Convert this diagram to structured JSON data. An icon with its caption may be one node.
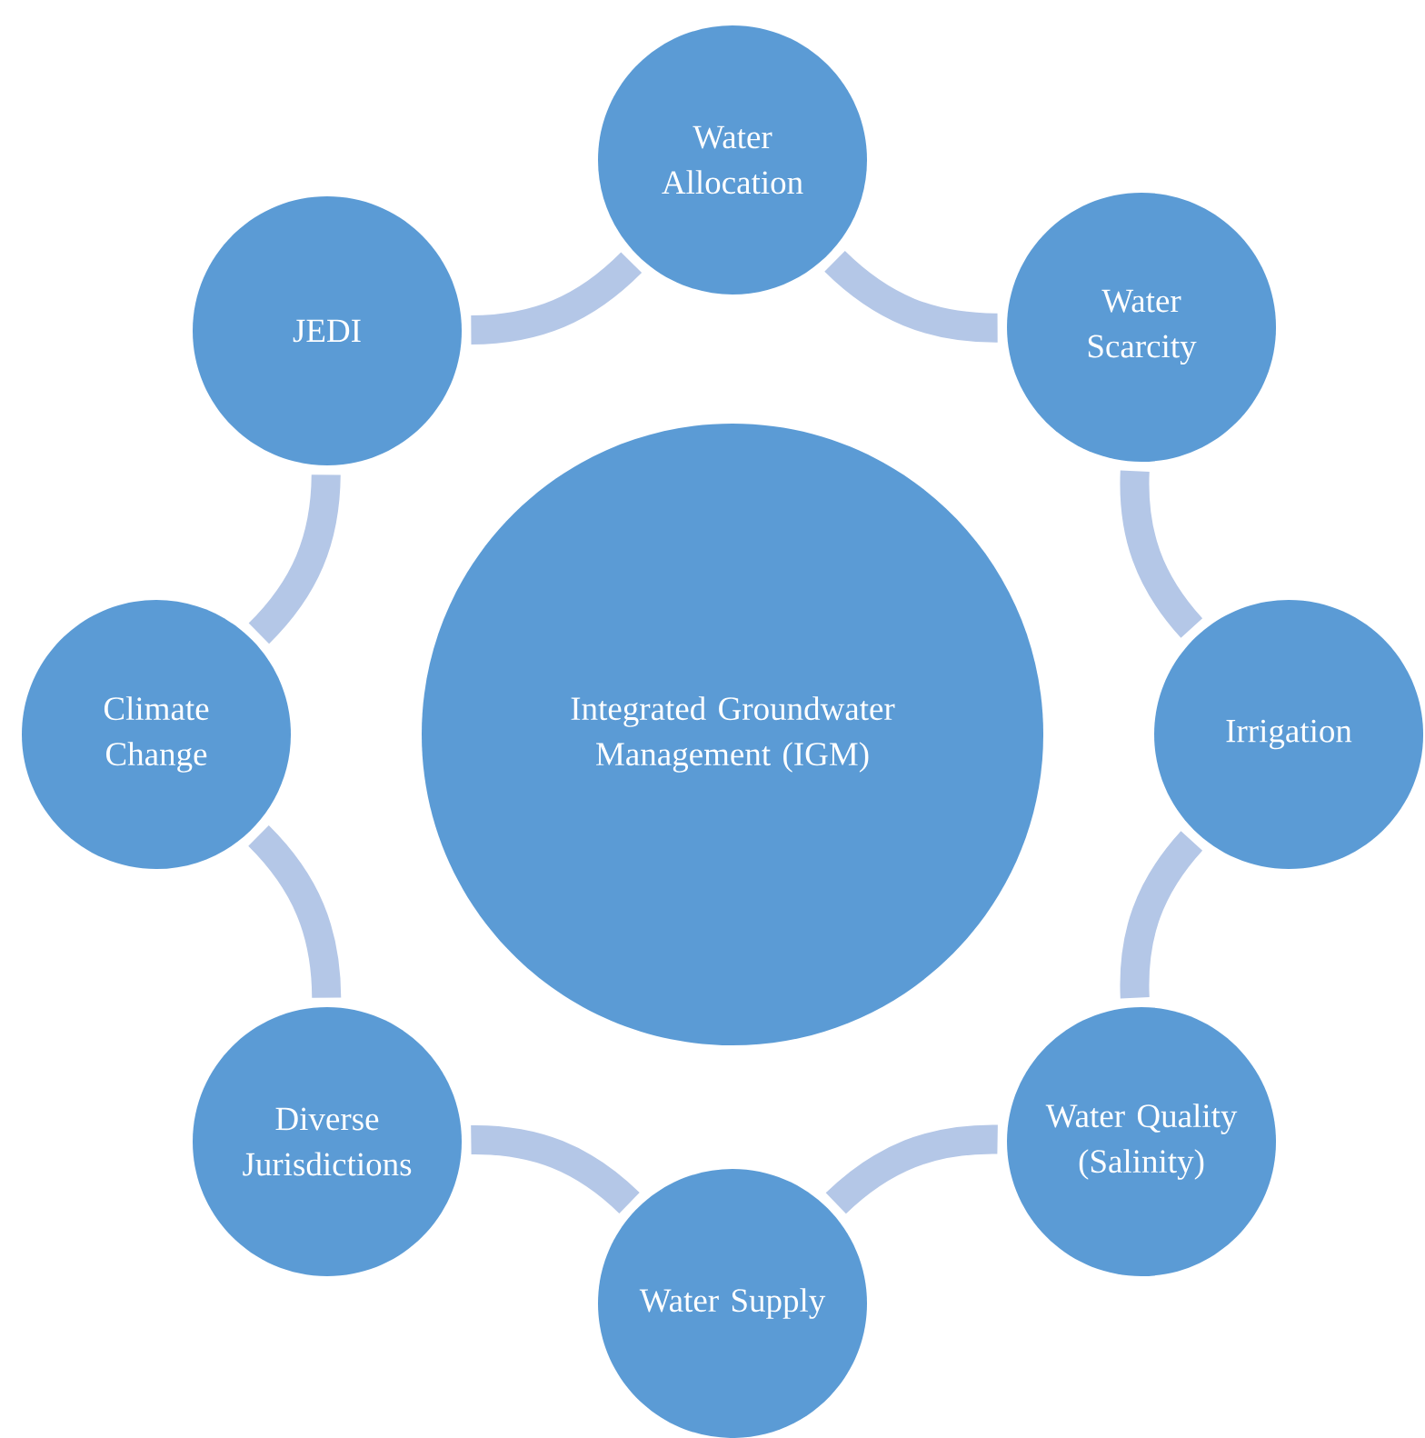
{
  "diagram": {
    "nodes": [
      {
        "text": [
          "Integrated Groundwater Management (IGM)"
        ]
      },
      {
        "text": [
          "Water Allocation"
        ]
      },
      {
        "text": [
          "Water Scarcity"
        ]
      },
      {
        "text": [
          "Irrigation"
        ]
      },
      {
        "text": [
          "Water Quality (Salinity)"
        ]
      },
      {
        "text": [
          "Water Supply"
        ]
      },
      {
        "text": [
          "Diverse Jurisdictions"
        ]
      },
      {
        "text": [
          "Climate Change"
        ]
      },
      {
        "text": [
          "JEDI"
        ]
      }
    ],
    "edges": [
      {
        "from": 1,
        "to": 2,
        "arrow": "none"
      },
      {
        "from": 2,
        "to": 3,
        "arrow": "none"
      },
      {
        "from": 3,
        "to": 4,
        "arrow": "none"
      },
      {
        "from": 4,
        "to": 5,
        "arrow": "none"
      },
      {
        "from": 5,
        "to": 6,
        "arrow": "none"
      },
      {
        "from": 6,
        "to": 7,
        "arrow": "none"
      },
      {
        "from": 7,
        "to": 8,
        "arrow": "none"
      },
      {
        "from": 8,
        "to": 1,
        "arrow": "none"
      }
    ]
  }
}
